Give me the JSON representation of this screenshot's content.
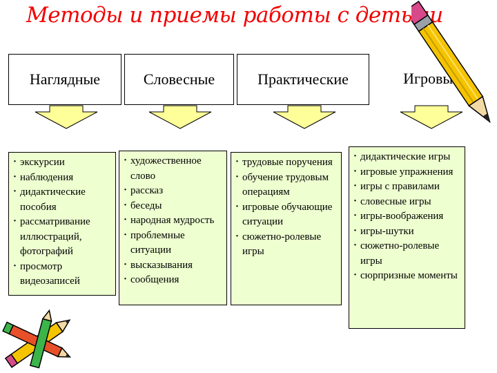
{
  "title": "Методы и приемы работы с детьми",
  "columns": [
    {
      "header": "Наглядные",
      "items": [
        "экскурсии",
        "наблюдения",
        "дидактические пособия",
        "рассматривание иллюстраций, фотографий",
        "просмотр видеозаписей"
      ]
    },
    {
      "header": "Словесные",
      "items": [
        "художественное слово",
        "рассказ",
        "беседы",
        "народная мудрость",
        "проблемные ситуации",
        "высказывания",
        "сообщения"
      ]
    },
    {
      "header": "Практические",
      "items": [
        "трудовые поручения",
        "обучение трудовым операциям",
        "игровые обучающие ситуации",
        "сюжетно-ролевые игры"
      ]
    },
    {
      "header": "Игровые",
      "items": [
        "дидактические игры",
        "игровые упражнения",
        "игры с правилами",
        "словесные игры",
        "игры-воображения",
        "игры-шутки",
        "сюжетно-ролевые игры",
        "сюрпризные моменты"
      ]
    }
  ],
  "colors": {
    "title": "#f20000",
    "arrow": "#ffff99",
    "box": "#eeffd0",
    "border": "#000000"
  },
  "decorations": [
    "pencil-icon",
    "crayons-icon"
  ]
}
